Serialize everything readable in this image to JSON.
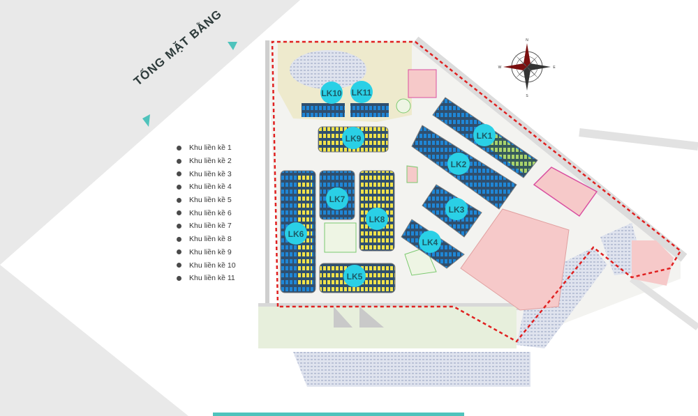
{
  "title": "TỔNG MẶT BẰNG",
  "legend": [
    "Khu liền kề 1",
    "Khu liền kề 2",
    "Khu liền kề 3",
    "Khu liền kề 4",
    "Khu liền kề 5",
    "Khu liền kề 6",
    "Khu liền kề 7",
    "Khu liền kề 8",
    "Khu liền kề 9",
    "Khu liền kề 10",
    "Khu liền kề 11"
  ],
  "blocks": {
    "lk1": "LK1",
    "lk2": "LK2",
    "lk3": "LK3",
    "lk4": "LK4",
    "lk5": "LK5",
    "lk6": "LK6",
    "lk7": "LK7",
    "lk8": "LK8",
    "lk9": "LK9",
    "lk10": "LK10",
    "lk11": "LK11"
  },
  "compass": {
    "n": "N",
    "s": "S",
    "e": "E",
    "w": "W"
  },
  "colors": {
    "accent": "#4fc3bc",
    "bubble": "#2ad0e6",
    "boundary": "#e02020",
    "commercial": "#f6c9c9"
  }
}
